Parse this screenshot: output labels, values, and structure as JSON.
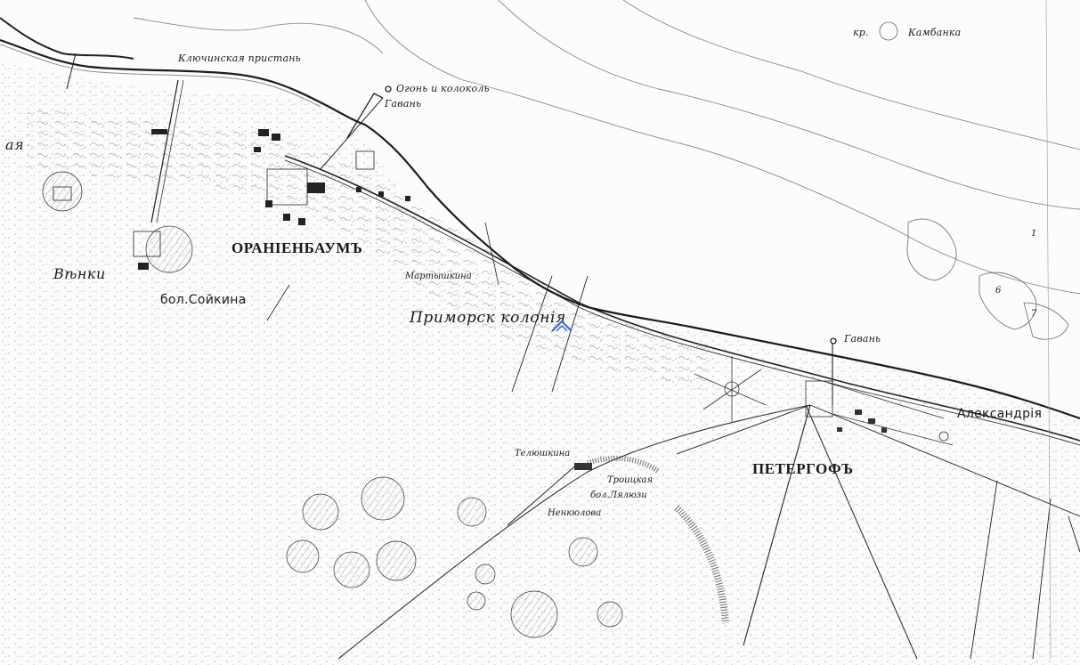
{
  "map": {
    "labels": {
      "klyuch_pristan": "Ключинская пристань",
      "ogon_kolokol": "Огонь и колоколь",
      "gavan_top": "Гавань",
      "kr": "кр.",
      "kambanka": "Камбанка",
      "partial_left": "ая",
      "oranienbaum": "ОРАНІЕНБАУМЪ",
      "venki": "Вѣнки",
      "bol_soykina": "бол.Сойкина",
      "martyshkina": "Мартышкина",
      "primorsk_kol": "Приморск колонія",
      "gavan_right": "Гавань",
      "aleksandria": "Александрія",
      "peterhof": "ПЕТЕРГОФЪ",
      "tyelushkina": "Телюшкина",
      "troitskaya": "Троицкая",
      "bol_lyalyuzi": "бол.Лялюзи",
      "nenkyulova": "Ненкюлова",
      "num_6": "6",
      "num_7": "7",
      "num_1": "1"
    },
    "colors": {
      "ink": "#1c1c1c",
      "paper": "#fbfbf9",
      "marker": "#3a6fd0"
    },
    "marker_icon": "station-marker-icon"
  }
}
